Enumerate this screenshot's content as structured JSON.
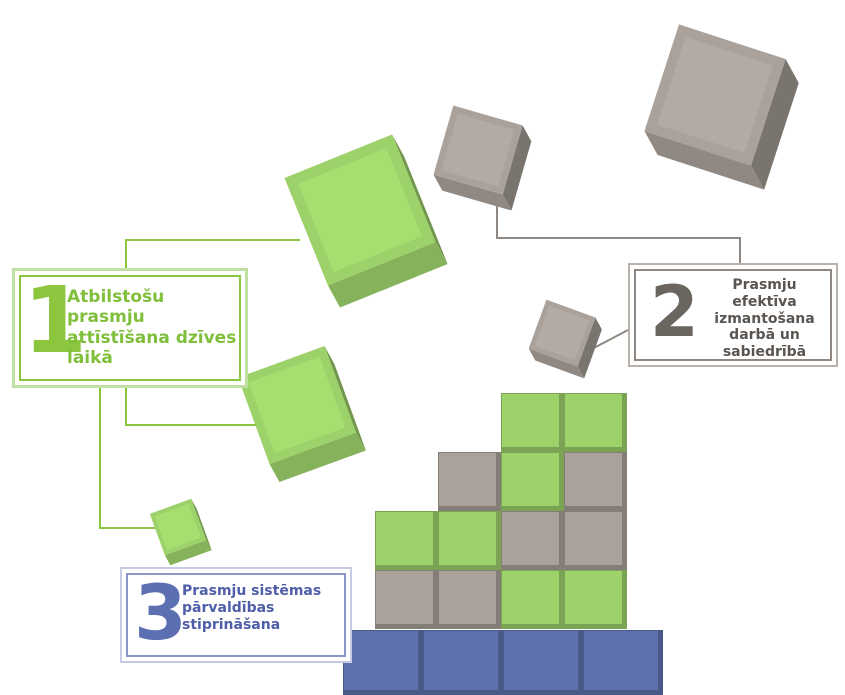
{
  "items": [
    {
      "number": "1",
      "text": "Atbilstošu\nprasmju\nattīstīšana dzīves\nlaikā"
    },
    {
      "number": "2",
      "text": "Prasmju efektīva\nizmantošana\ndarbā un\nsabiedrībā"
    },
    {
      "number": "3",
      "text": "Prasmju sistēmas\npārvaldības\nstiprināšana"
    }
  ],
  "colors": {
    "green": "#9dd16a",
    "green_dark": "#7fbf3a",
    "gray": "#a9a19a",
    "gray_dark": "#7c746d",
    "blue": "#5e72ae"
  }
}
